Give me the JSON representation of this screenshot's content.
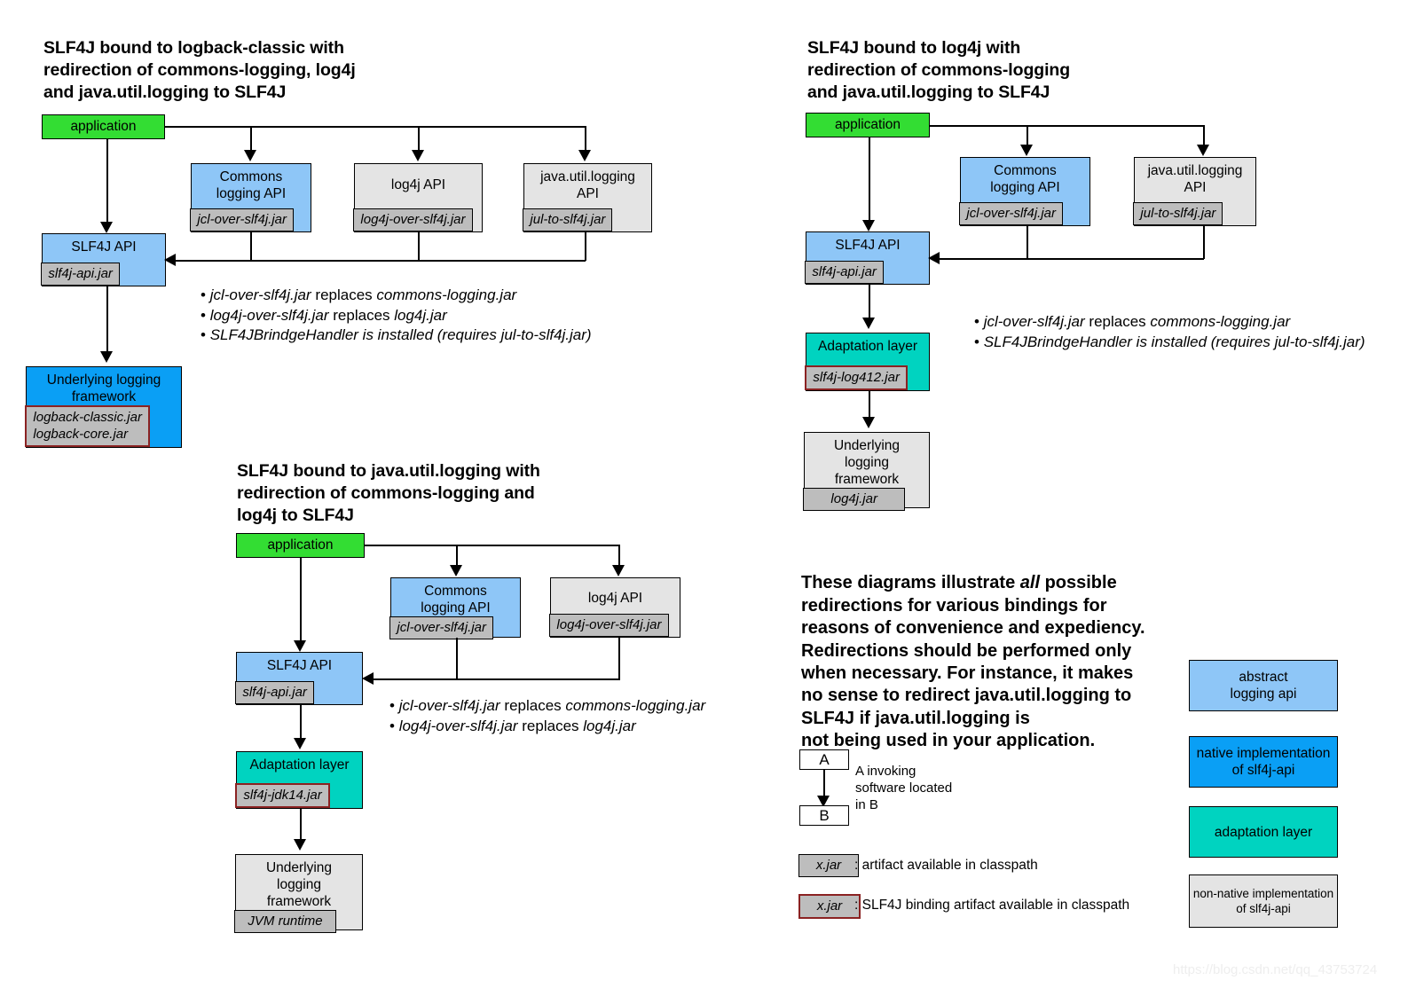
{
  "watermark": "https://blog.csdn.net/qq_43753724",
  "diagrams": {
    "logback": {
      "title": "SLF4J bound to logback-classic with\nredirection of commons-logging, log4j\nand java.util.logging to SLF4J",
      "nodes": {
        "application": {
          "label": "application"
        },
        "commons": {
          "label": "Commons\nlogging API",
          "jar": "jcl-over-slf4j.jar"
        },
        "log4japi": {
          "label": "log4j API",
          "jar": "log4j-over-slf4j.jar"
        },
        "jul": {
          "label": "java.util.logging\nAPI",
          "jar": "jul-to-slf4j.jar"
        },
        "slf4japi": {
          "label": "SLF4J API",
          "jar": "slf4j-api.jar"
        },
        "underlying": {
          "label": "Underlying logging\nframework",
          "jar": "logback-classic.jar\nlogback-core.jar"
        }
      },
      "bullets": [
        {
          "pre": "jcl-over-slf4j.jar",
          "mid": " replaces ",
          "post": "commons-logging.jar"
        },
        {
          "pre": "log4j-over-slf4j.jar",
          "mid": " replaces ",
          "post": "log4j.jar"
        },
        {
          "pre": "SLF4JBrindgeHandler is installed (requires jul-to-slf4j.jar)",
          "mid": "",
          "post": ""
        }
      ]
    },
    "log4j": {
      "title": "SLF4J bound to log4j with\nredirection of commons-logging\nand java.util.logging to SLF4J",
      "nodes": {
        "application": {
          "label": "application"
        },
        "commons": {
          "label": "Commons\nlogging API",
          "jar": "jcl-over-slf4j.jar"
        },
        "jul": {
          "label": "java.util.logging\nAPI",
          "jar": "jul-to-slf4j.jar"
        },
        "slf4japi": {
          "label": "SLF4J API",
          "jar": "slf4j-api.jar"
        },
        "adaptation": {
          "label": "Adaptation layer",
          "jar": "slf4j-log412.jar"
        },
        "underlying": {
          "label": "Underlying\nlogging\nframework",
          "jar": "log4j.jar"
        }
      },
      "bullets": [
        {
          "pre": "jcl-over-slf4j.jar",
          "mid": " replaces ",
          "post": "commons-logging.jar"
        },
        {
          "pre": "SLF4JBrindgeHandler is installed (requires jul-to-slf4j.jar)",
          "mid": "",
          "post": ""
        }
      ]
    },
    "jul": {
      "title": "SLF4J bound to java.util.logging with\nredirection of commons-logging and\nlog4j to SLF4J",
      "nodes": {
        "application": {
          "label": "application"
        },
        "commons": {
          "label": "Commons\nlogging API",
          "jar": "jcl-over-slf4j.jar"
        },
        "log4japi": {
          "label": "log4j API",
          "jar": "log4j-over-slf4j.jar"
        },
        "slf4japi": {
          "label": "SLF4J API",
          "jar": "slf4j-api.jar"
        },
        "adaptation": {
          "label": "Adaptation layer",
          "jar": "slf4j-jdk14.jar"
        },
        "underlying": {
          "label": "Underlying\nlogging\nframework",
          "jar": "JVM runtime"
        }
      },
      "bullets": [
        {
          "pre": "jcl-over-slf4j.jar",
          "mid": " replaces ",
          "post": "commons-logging.jar"
        },
        {
          "pre": "log4j-over-slf4j.jar",
          "mid": " replaces ",
          "post": "log4j.jar"
        }
      ]
    }
  },
  "note": {
    "line1": "These diagrams illustrate ",
    "emph": "all",
    "line2": " possible\nredirections for various bindings for\nreasons of convenience and expediency.\nRedirections should be performed only\nwhen necessary. For instance, it makes\nno sense to redirect java.util.logging to\nSLF4J if java.util.logging is\nnot being used in your application."
  },
  "legend": {
    "invoke": {
      "box_a": "A",
      "box_b": "B",
      "caption": "A invoking\nsoftware located\nin B"
    },
    "artifact": {
      "chip": "x.jar",
      "caption": ": artifact available in classpath"
    },
    "binding": {
      "chip": "x.jar",
      "caption": ": SLF4J binding artifact available in classpath"
    },
    "colors": [
      {
        "label": "abstract\nlogging api",
        "hex": "#8ec6f7"
      },
      {
        "label": "native implementation\nof slf4j-api",
        "hex": "#0a9ff5"
      },
      {
        "label": "adaptation layer",
        "hex": "#00d3c0"
      },
      {
        "label": "non-native implementation\nof slf4j-api",
        "hex": "#e4e4e4"
      }
    ]
  }
}
